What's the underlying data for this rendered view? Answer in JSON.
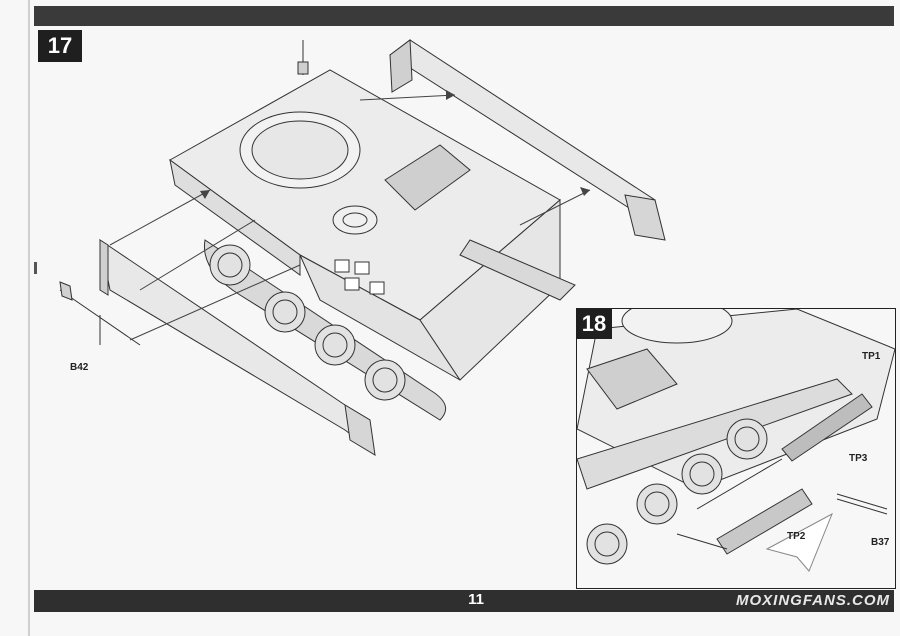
{
  "instruction_page": {
    "page_number": "11",
    "watermark": "MOXINGFANS.COM"
  },
  "step17": {
    "number": "17",
    "part_label": "B42"
  },
  "step18": {
    "number": "18",
    "labels": {
      "tp1": "TP1",
      "tp2": "TP2",
      "tp3": "TP3",
      "b37": "B37"
    }
  },
  "colors": {
    "ink": "#222222",
    "bar": "#2f2f2f",
    "panel_border": "#222222",
    "badge": "#1f1f1f"
  }
}
